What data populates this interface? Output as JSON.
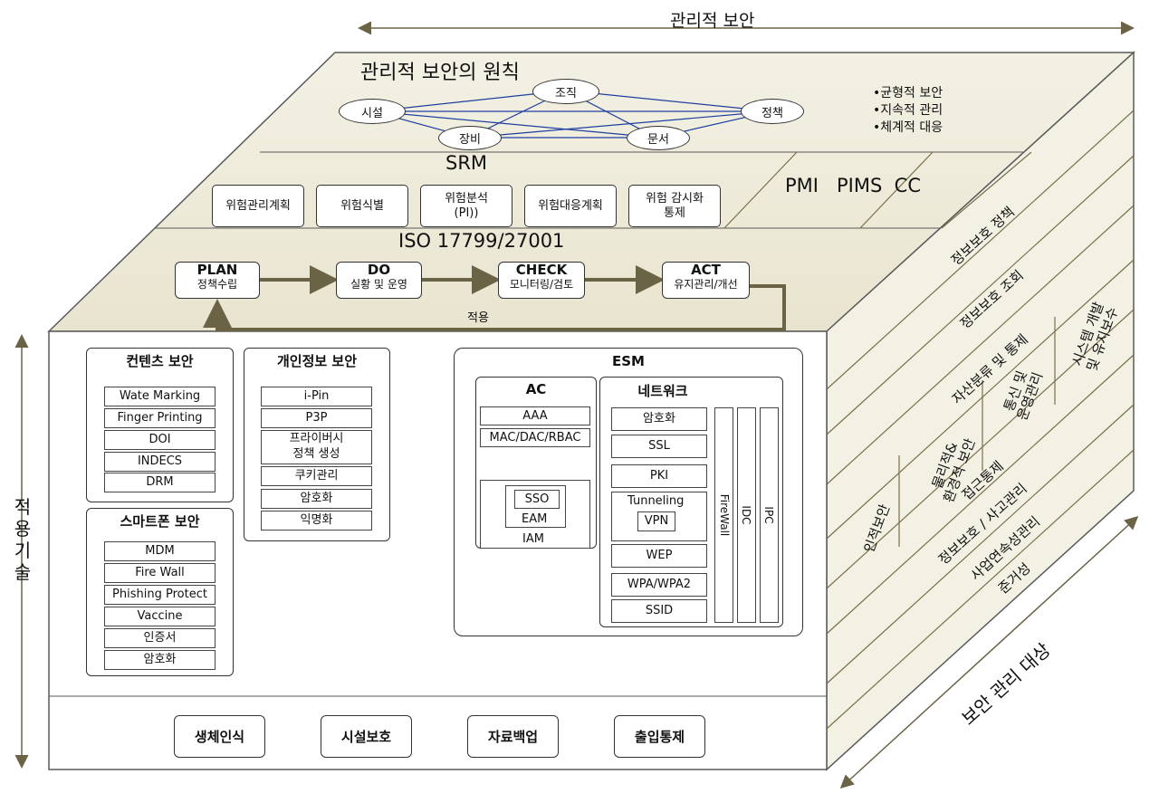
{
  "top_label": "관리적 보안",
  "principles": {
    "title": "관리적 보안의 원칙",
    "nodes": [
      "조직",
      "시설",
      "정책",
      "장비",
      "문서"
    ],
    "bullets": [
      "•균형적 보안",
      "•지속적 관리",
      "•체계적 대응"
    ]
  },
  "srm": {
    "title": "SRM",
    "items": [
      "위험관리계획",
      "위험식별",
      "위험분석\n(PI))",
      "위험대응계획",
      "위험 감시화\n통제"
    ],
    "right": "PMI   PIMS  CC"
  },
  "iso": {
    "title": "ISO 17799/27001",
    "steps": [
      {
        "head": "PLAN",
        "sub": "정책수립"
      },
      {
        "head": "DO",
        "sub": "실황 및 운영"
      },
      {
        "head": "CHECK",
        "sub": "모니터링/검토"
      },
      {
        "head": "ACT",
        "sub": "유지관리/개선"
      }
    ],
    "feedback": "적용"
  },
  "contents": {
    "title": "컨텐츠 보안",
    "items": [
      "Wate Marking",
      "Finger Printing",
      "DOI",
      "INDECS",
      "DRM"
    ]
  },
  "smartphone": {
    "title": "스마트폰 보안",
    "items": [
      "MDM",
      "Fire Wall",
      "Phishing Protect",
      "Vaccine",
      "인증서",
      "암호화"
    ]
  },
  "privacy": {
    "title": "개인정보 보안",
    "items": [
      "i-Pin",
      "P3P",
      "프라이버시\n정책 생성",
      "쿠키관리",
      "암호화",
      "익명화"
    ]
  },
  "esm": {
    "title": "ESM",
    "ac": {
      "title": "AC",
      "items": [
        "AAA",
        "MAC/DAC/RBAC"
      ],
      "sso": "SSO",
      "eam": "EAM",
      "iam": "IAM"
    },
    "network": {
      "title": "네트워크",
      "items": [
        "암호화",
        "SSL",
        "PKI",
        "Tunneling",
        "WEP",
        "WPA/WPA2",
        "SSID"
      ],
      "vpn": "VPN",
      "vertical": [
        "FireWall",
        "IDC",
        "IPC"
      ]
    }
  },
  "physical": [
    "생체인식",
    "시설보호",
    "자료백업",
    "출입통제"
  ],
  "left_label": "적용기술",
  "side": {
    "diagonal": [
      "정보보호 정책",
      "정보보호 조회",
      "자산분류 및 통제",
      "접근통제",
      "정보보호 / 사고관리",
      "사업연속성관리",
      "준거성"
    ],
    "vertical": [
      "인적보안",
      "물리적&\n환경적 보안",
      "통신 및\n운영관리",
      "시스템 개발\n및 유지보수"
    ]
  },
  "bottom_right_label": "보안 관리 대상",
  "colors": {
    "line": "#7a6f4a",
    "arrow": "#6b6346",
    "edge": "#5a5a5a",
    "blue": "#1f3fa0"
  }
}
